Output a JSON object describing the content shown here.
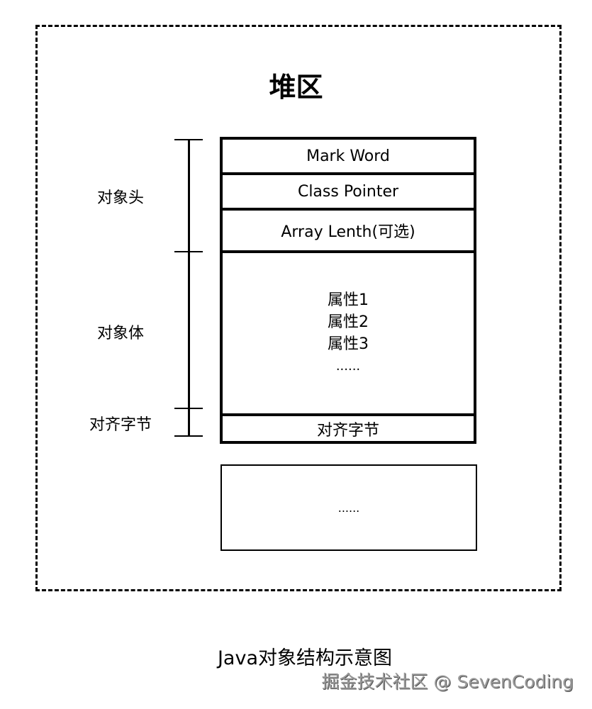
{
  "heap": {
    "title": "堆区"
  },
  "object": {
    "header_cells": {
      "mark_word": "Mark Word",
      "class_pointer": "Class Pointer",
      "array_length": "Array Lenth(可选)"
    },
    "body_fields": [
      "属性1",
      "属性2",
      "属性3",
      "......"
    ],
    "padding_cell": "对齐字节"
  },
  "next_object": {
    "label": "......"
  },
  "brackets": {
    "header_label": "对象头",
    "body_label": "对象体",
    "padding_label": "对齐字节"
  },
  "caption": "Java对象结构示意图",
  "watermark": "掘金技术社区 @ SevenCoding"
}
